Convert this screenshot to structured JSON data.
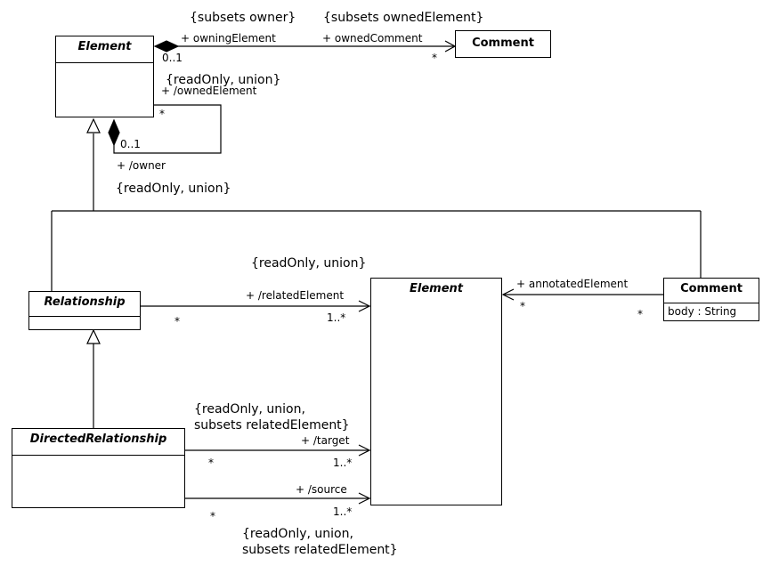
{
  "classes": {
    "element_top": {
      "name": "Element",
      "abstract": true
    },
    "comment_top": {
      "name": "Comment",
      "abstract": false
    },
    "relationship": {
      "name": "Relationship",
      "abstract": true
    },
    "directed_relationship": {
      "name": "DirectedRelationship",
      "abstract": true
    },
    "element_mid": {
      "name": "Element",
      "abstract": true
    },
    "comment_mid": {
      "name": "Comment",
      "abstract": false,
      "attribute": "body : String"
    }
  },
  "labels": {
    "subsets_owner": "{subsets owner}",
    "subsets_owned_element": "{subsets ownedElement}",
    "owning_element": "+ owningElement",
    "owned_comment": "+ ownedComment",
    "mult_0_1_top": "0..1",
    "mult_star_comment": "*",
    "readonly_union_owned": "{readOnly, union}",
    "owned_element": "+ /ownedElement",
    "mult_star_owned": "*",
    "mult_0_1_owner": "0..1",
    "owner": "+ /owner",
    "readonly_union_owner": "{readOnly, union}",
    "readonly_union_related": "{readOnly, union}",
    "related_element": "+ /relatedElement",
    "mult_star_rel": "*",
    "mult_1n_rel": "1..*",
    "annotated_element": "+ annotatedElement",
    "mult_star_annot_left": "*",
    "mult_star_annot_right": "*",
    "target_constraint_1": "{readOnly, union,",
    "target_constraint_2": "subsets relatedElement}",
    "target": "+ /target",
    "mult_star_target": "*",
    "mult_1n_target": "1..*",
    "source": "+ /source",
    "mult_star_source": "*",
    "mult_1n_source": "1..*",
    "source_constraint_1": "{readOnly, union,",
    "source_constraint_2": "subsets relatedElement}"
  }
}
